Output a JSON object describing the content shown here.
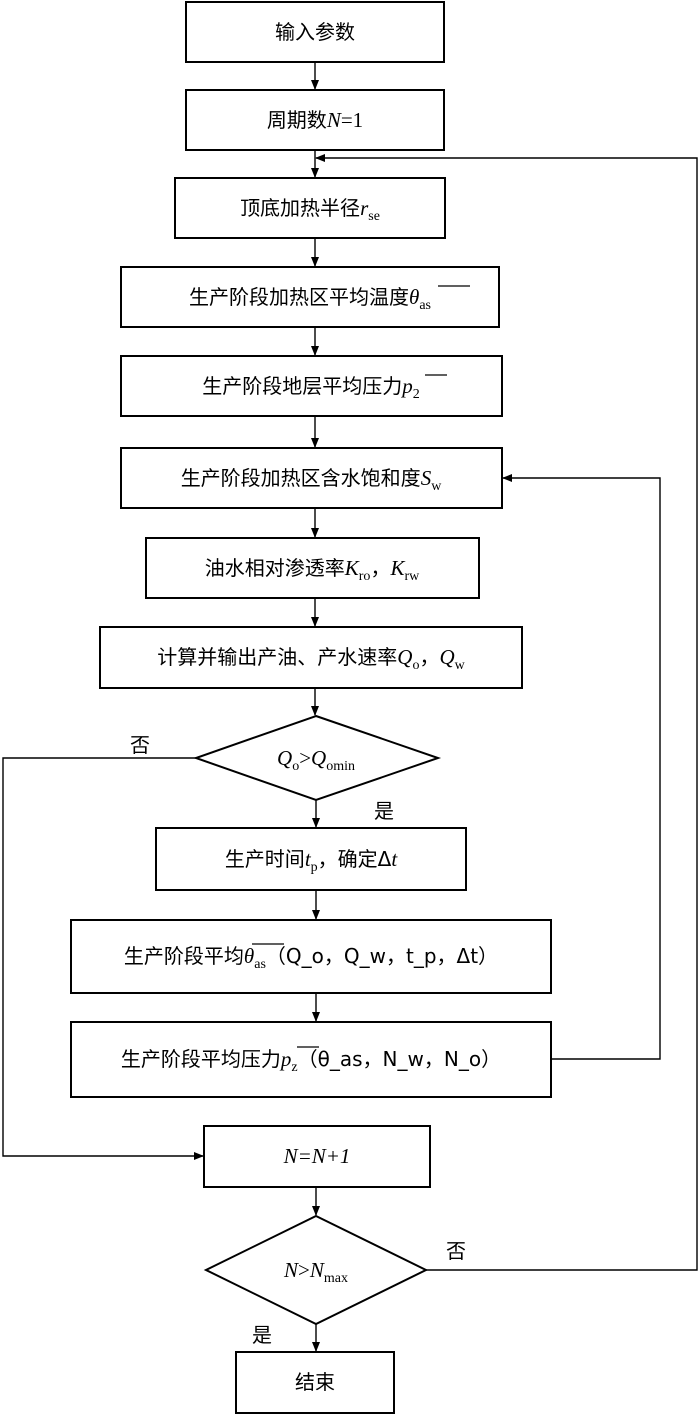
{
  "nodes": {
    "input": {
      "text": "输入参数"
    },
    "cycle": {
      "prefix": "周期数",
      "var": "N",
      "suffix": "=1"
    },
    "radius": {
      "prefix": "顶底加热半径",
      "var": "r",
      "sub": "se"
    },
    "temp": {
      "prefix": "生产阶段加热区平均温度",
      "var": "θ",
      "sub": "as"
    },
    "pressure": {
      "prefix": "生产阶段地层平均压力",
      "var": "p",
      "sub": "2"
    },
    "saturation": {
      "prefix": "生产阶段加热区含水饱和度",
      "var": "S",
      "sub": "w"
    },
    "permeability": {
      "prefix": "油水相对渗透率",
      "var1": "K",
      "sub1": "ro",
      "sep": "，",
      "var2": "K",
      "sub2": "rw"
    },
    "rates": {
      "prefix": "计算并输出产油、产水速率",
      "var1": "Q",
      "sub1": "o",
      "sep": "，",
      "var2": "Q",
      "sub2": "w"
    },
    "decision1": {
      "var1": "Q",
      "sub1": "o",
      "op": ">",
      "var2": "Q",
      "sub2": "omin"
    },
    "prodtime": {
      "prefix": "生产时间",
      "var": "t",
      "sub": "p",
      "mid": "，确定Δ",
      "var2": "t"
    },
    "avgtemp": {
      "prefix": "生产阶段平均",
      "var": "θ",
      "sub": "as",
      "args": "（Q_o，Q_w，t_p，Δt）"
    },
    "avgpress": {
      "prefix": "生产阶段平均压力",
      "var": "p",
      "sub": "z",
      "args": "（θ_as，N_w，N_o）"
    },
    "increment": {
      "text": "N=N+1"
    },
    "decision2": {
      "var1": "N",
      "op": ">",
      "var2": "N",
      "sub2": "max"
    },
    "end": {
      "text": "结束"
    }
  },
  "labels": {
    "d1_no": "否",
    "d1_yes": "是",
    "d2_no": "否",
    "d2_yes": "是"
  }
}
